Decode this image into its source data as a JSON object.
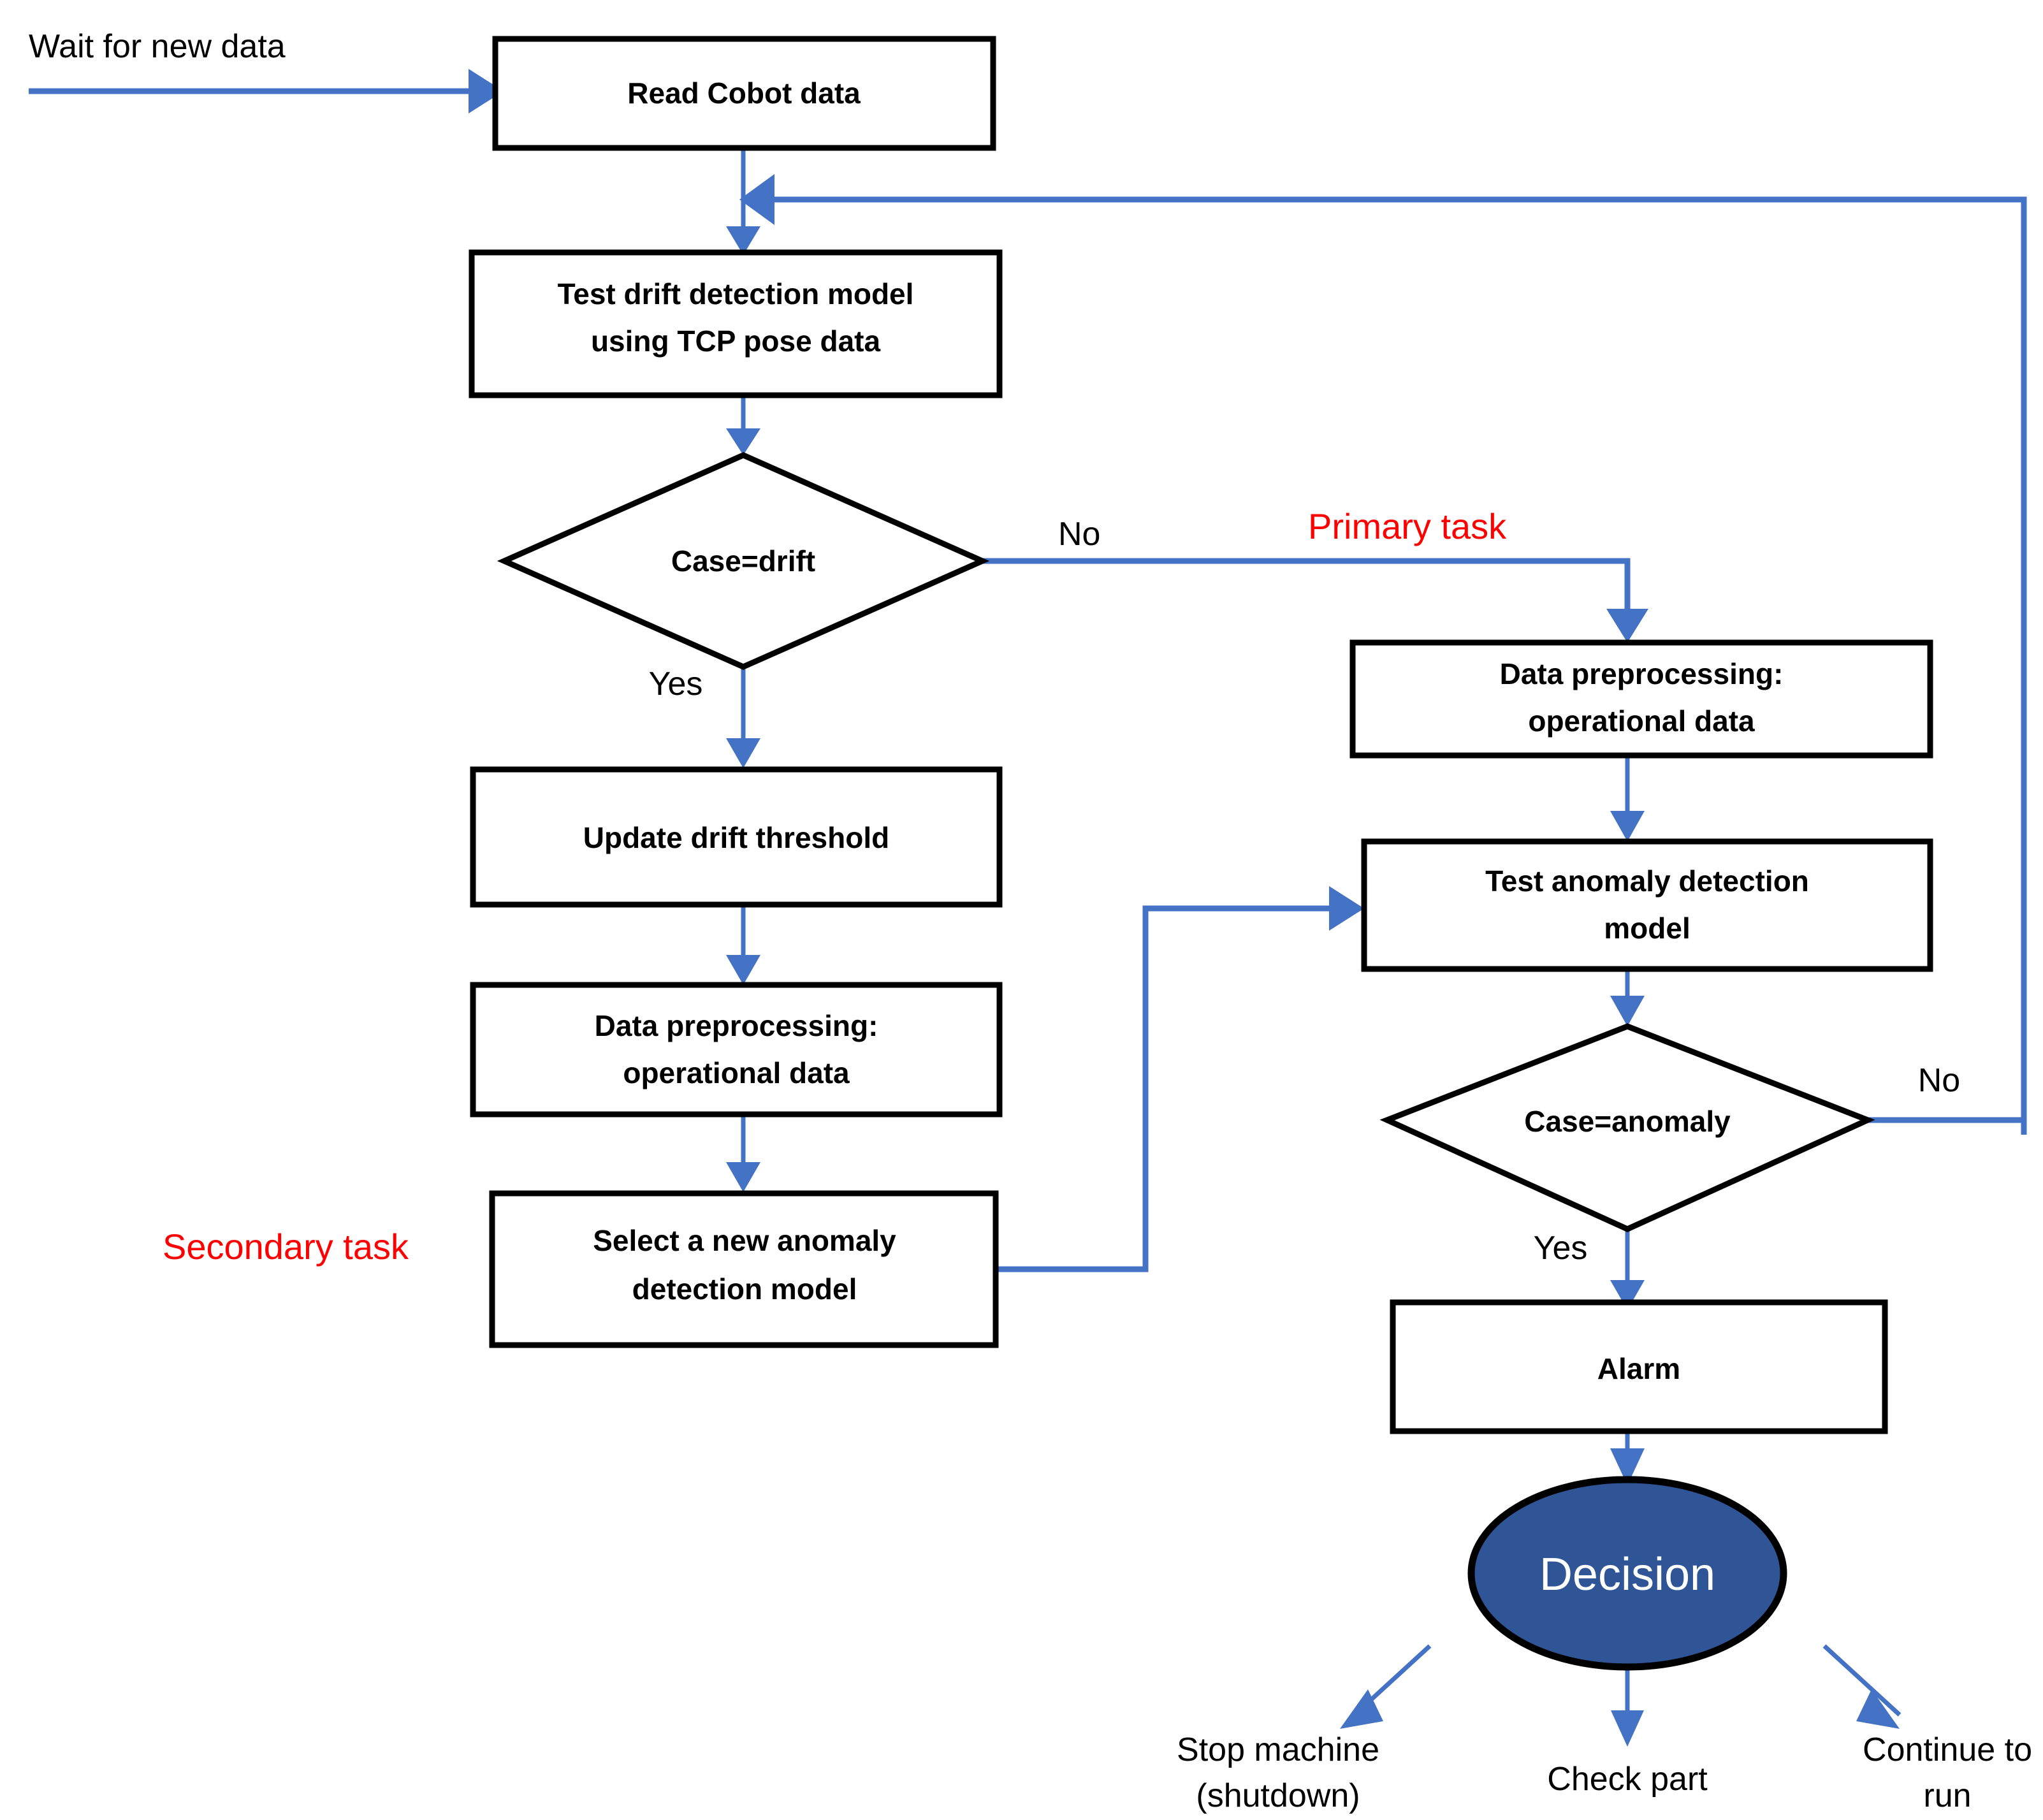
{
  "diagram": {
    "title": "Cobot drift and anomaly detection flowchart",
    "colors": {
      "edge": "#4472c4",
      "node_stroke": "#000000",
      "node_fill": "#ffffff",
      "decision_fill": "#2f5597",
      "task_label": "#ff0000",
      "decision_text": "#ffffff"
    },
    "entry_label": "Wait for new data",
    "nodes": {
      "read_cobot": "Read Cobot data",
      "test_drift_line1": "Test drift detection model",
      "test_drift_line2": "using TCP pose data",
      "case_drift": "Case=drift",
      "update_threshold": "Update drift threshold",
      "preprocess_left_line1": "Data preprocessing:",
      "preprocess_left_line2": "operational data",
      "select_model_line1": "Select a new anomaly",
      "select_model_line2": "detection model",
      "preprocess_right_line1": "Data preprocessing:",
      "preprocess_right_line2": "operational data",
      "test_anomaly_line1": "Test anomaly detection",
      "test_anomaly_line2": "model",
      "case_anomaly": "Case=anomaly",
      "alarm": "Alarm",
      "decision": "Decision"
    },
    "edge_labels": {
      "drift_no": "No",
      "drift_yes": "Yes",
      "anomaly_no": "No",
      "anomaly_yes": "Yes"
    },
    "annotations": {
      "primary_task": "Primary task",
      "secondary_task": "Secondary task"
    },
    "outcomes": {
      "stop_line1": "Stop machine",
      "stop_line2": "(shutdown)",
      "check": "Check part",
      "continue_line1": "Continue to",
      "continue_line2": "run"
    }
  }
}
